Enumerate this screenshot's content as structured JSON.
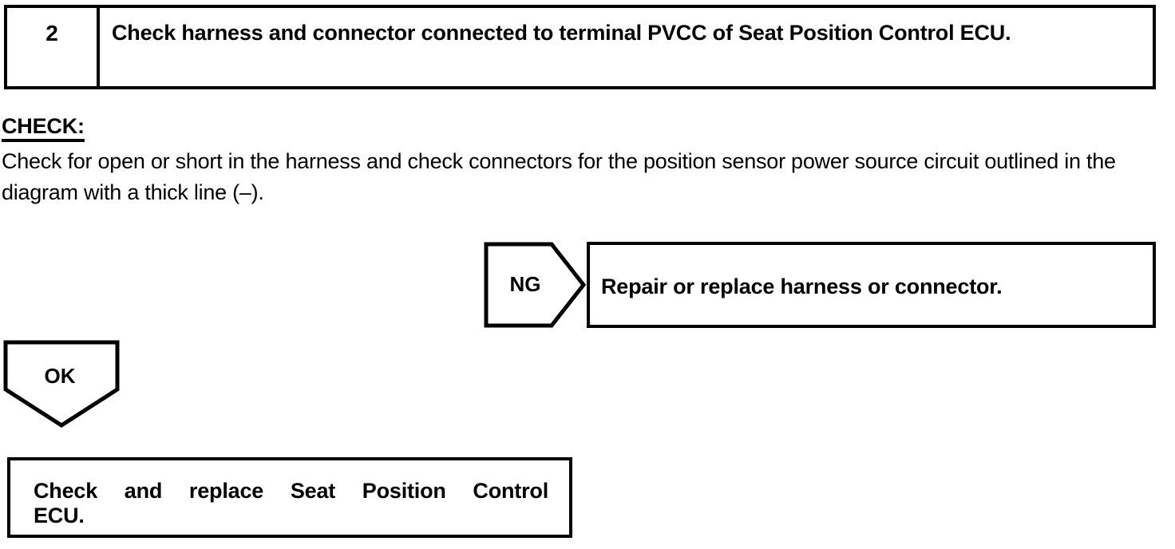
{
  "step": {
    "number": "2",
    "title": "Check harness and connector connected to terminal PVCC of Seat Position Control ECU."
  },
  "check": {
    "label": "CHECK:",
    "body": "Check for open or short in the harness and check connectors for the position sensor power source circuit outlined in the diagram with a thick line (–)."
  },
  "branches": {
    "ng": {
      "label": "NG",
      "result": "Repair or replace harness or connector."
    },
    "ok": {
      "label": "OK",
      "result_line1": "Check and replace Seat Position Control",
      "result_line2": "ECU."
    }
  },
  "colors": {
    "ink": "#000000",
    "paper": "#ffffff"
  }
}
